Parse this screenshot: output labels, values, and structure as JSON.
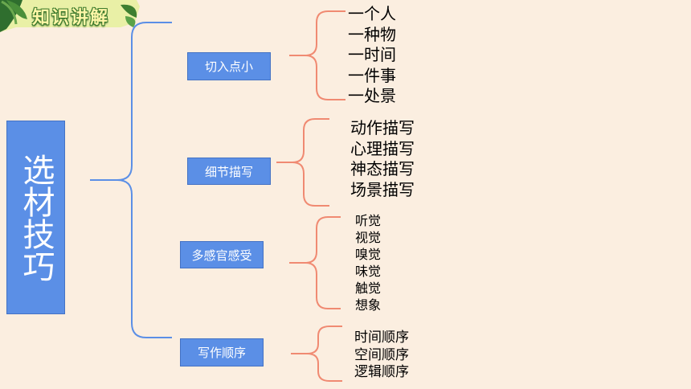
{
  "header": {
    "title": "知识讲解"
  },
  "root": {
    "label": "选材技巧"
  },
  "branches": [
    {
      "label": "切入点小",
      "items": [
        "一个人",
        "一种物",
        "一时间",
        "一件事",
        "一处景"
      ]
    },
    {
      "label": "细节描写",
      "items": [
        "动作描写",
        "心理描写",
        "神态描写",
        "场景描写"
      ]
    },
    {
      "label": "多感官感受",
      "items": [
        "听觉",
        "视觉",
        "嗅觉",
        "味觉",
        "触觉",
        "想象"
      ]
    },
    {
      "label": "写作顺序",
      "items": [
        "时间顺序",
        "空间顺序",
        "逻辑顺序"
      ]
    }
  ],
  "colors": {
    "background": "#fbeee0",
    "node_fill": "#5b8fe6",
    "main_brace": "#5b8fe6",
    "sub_brace": "#f08a72"
  }
}
